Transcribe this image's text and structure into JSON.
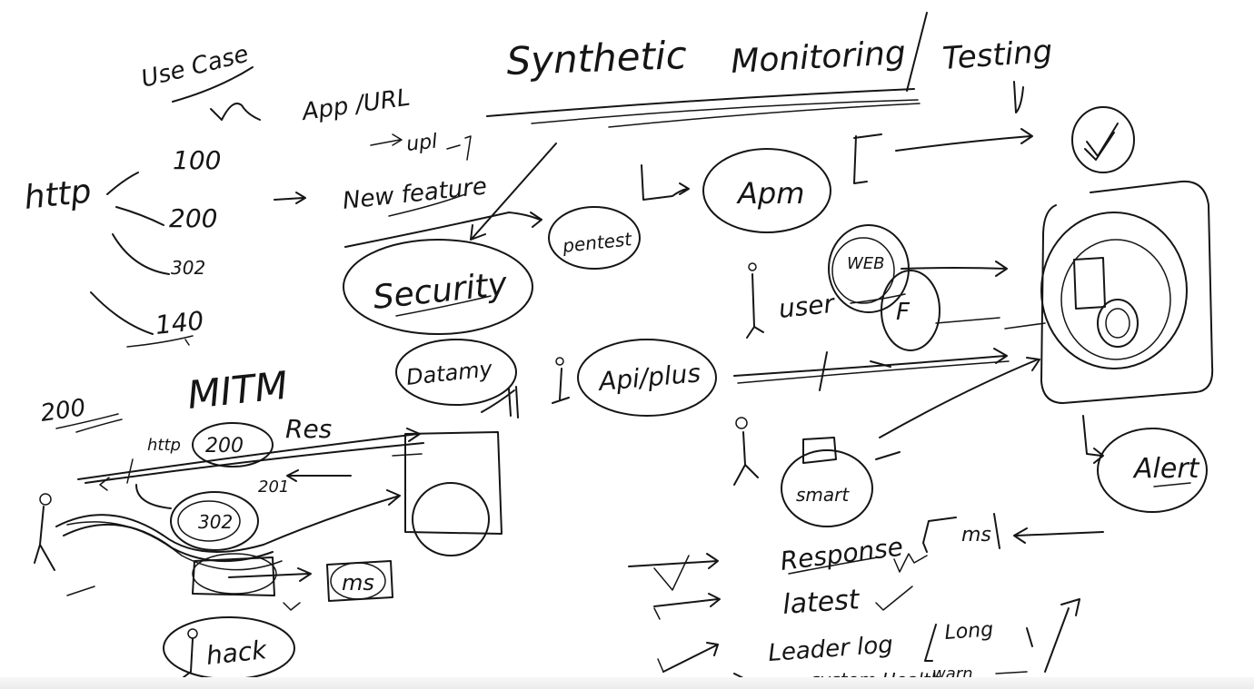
{
  "title": {
    "synthetic": "Synthetic",
    "monitoring": "Monitoring",
    "testing": "Testing"
  },
  "left": {
    "use_case": "Use Case",
    "app_url": "App /URL",
    "upl": "upl",
    "http": "http",
    "codes": [
      "100",
      "200",
      "302",
      "140"
    ],
    "new_feature": "New feature",
    "code_200": "200",
    "mitm": "MITM",
    "http_small": "http",
    "c200": "200",
    "res": "Res",
    "c201": "201",
    "c302": "302",
    "ms": "ms",
    "hack": "hack"
  },
  "center": {
    "security": "Security",
    "pentest": "pentest",
    "datamy": "Datamy",
    "apm": "Apm",
    "api_plus": "Api/plus",
    "user": "user",
    "web": "WEB",
    "f": "F",
    "smart": "smart"
  },
  "right": {
    "alert": "Alert"
  },
  "bottom": {
    "response": "Response",
    "ms": "ms",
    "latest": "latest",
    "leader_log": "Leader log",
    "long": "Long",
    "system_health": "system Health",
    "warn": "warn"
  }
}
